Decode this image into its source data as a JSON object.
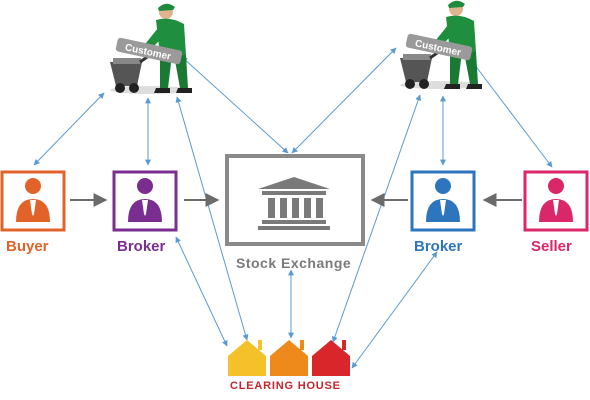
{
  "labels": {
    "buyer": "Buyer",
    "broker_left": "Broker",
    "stock_exchange": "Stock Exchange",
    "broker_right": "Broker",
    "seller": "Seller",
    "clearing_house": "CLEARING HOUSE",
    "customer": "Customer"
  },
  "colors": {
    "buyer": "#e2632a",
    "broker_left": "#7a2e8f",
    "stock_exchange": "#8a8a8a",
    "broker_right": "#2d76bd",
    "seller": "#d9276a",
    "house_yellow": "#f5c12a",
    "house_orange": "#ee8a1c",
    "house_red": "#d8262a",
    "clearing_text": "#c8242b",
    "arrow_blue": "#5a9ad2",
    "arrow_gray": "#6b6b6b"
  }
}
